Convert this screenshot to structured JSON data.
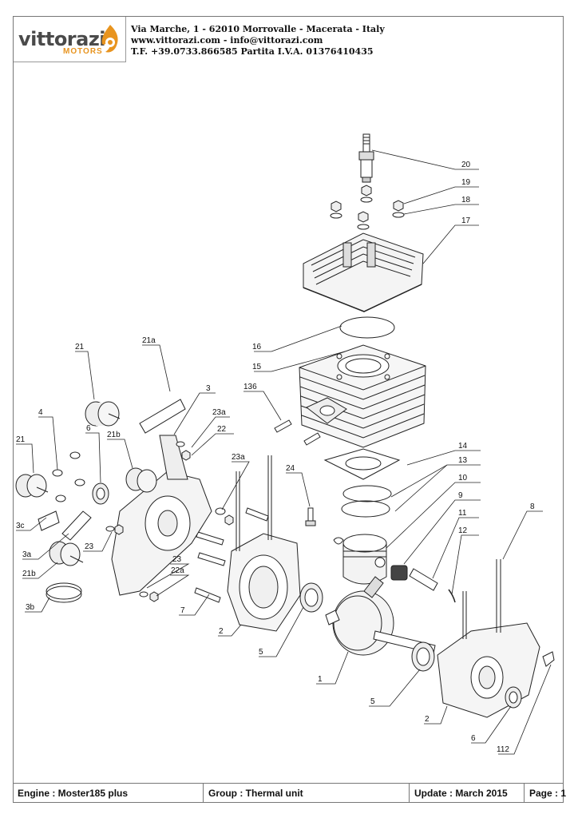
{
  "header": {
    "brand": "vittorazi",
    "brand_sub": "MOTORS",
    "address": "Via Marche, 1 - 62010 Morrovalle - Macerata - Italy",
    "web": "www.vittorazi.com - info@vittorazi.com",
    "phone_vat": "T.F. +39.0733.866585  Partita I.V.A.  01376410435",
    "accent_color": "#e8941f"
  },
  "parts": {
    "p20": "20",
    "p19": "19",
    "p18": "18",
    "p17": "17",
    "p16": "16",
    "p15": "15",
    "p136": "136",
    "p14": "14",
    "p13": "13",
    "p10": "10",
    "p9": "9",
    "p11": "11",
    "p12": "12",
    "p8": "8",
    "p21_top": "21",
    "p21a": "21a",
    "p3": "3",
    "p4": "4",
    "p6_left": "6",
    "p21b_top": "21b",
    "p23a_top": "23a",
    "p22": "22",
    "p21_left": "21",
    "p23a_mid": "23a",
    "p24": "24",
    "p3c": "3c",
    "p3a": "3a",
    "p23_left": "23",
    "p21b_bottom": "21b",
    "p23_mid": "23",
    "p22a": "22a",
    "p3b": "3b",
    "p7": "7",
    "p2_left": "2",
    "p5_left": "5",
    "p1": "1",
    "p5_right": "5",
    "p2_right": "2",
    "p6_right": "6",
    "p112": "112"
  },
  "footer": {
    "engine": "Engine : Moster185 plus",
    "group": "Group : Thermal unit",
    "update": "Update : March 2015",
    "page": "Page : 1"
  }
}
